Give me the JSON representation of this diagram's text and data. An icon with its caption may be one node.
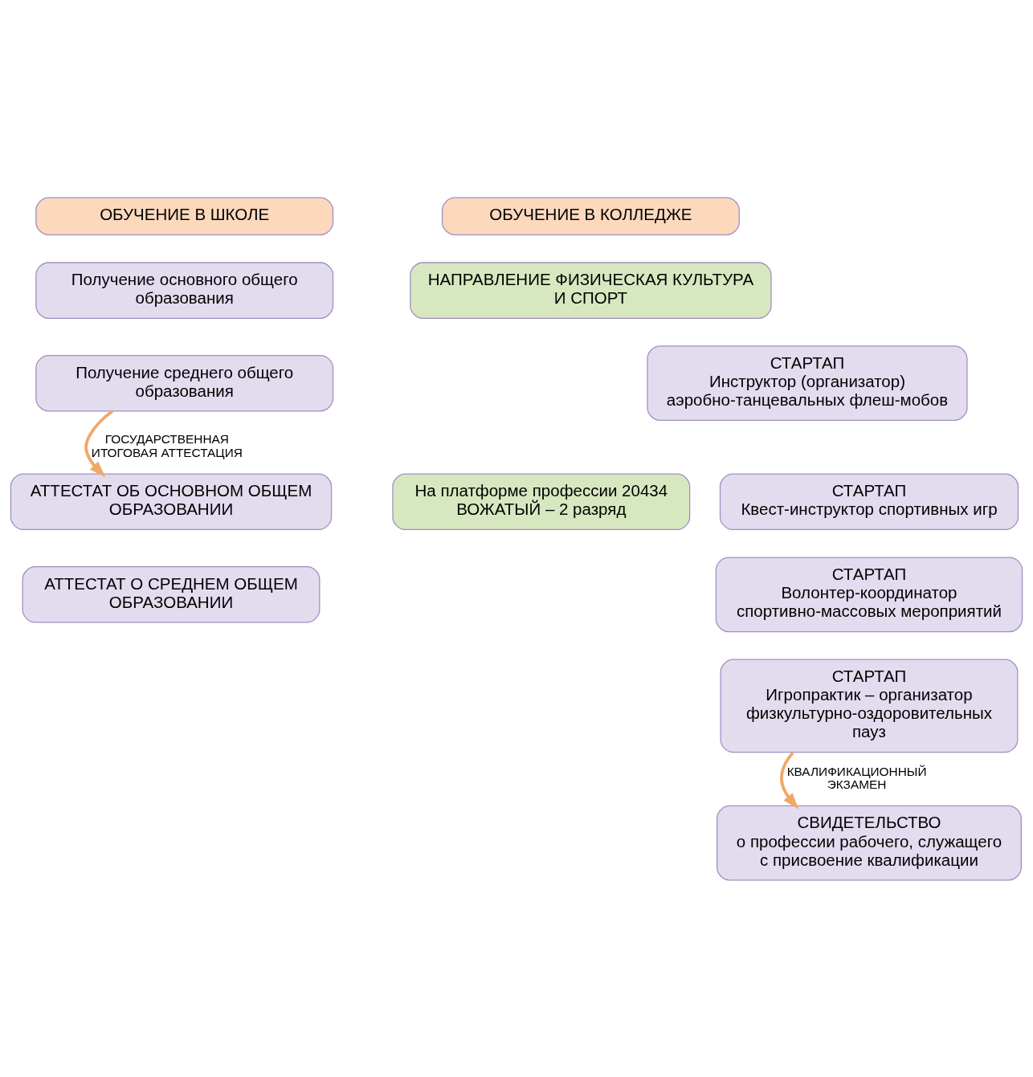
{
  "diagram": {
    "nodes": [
      {
        "text": [
          "ОБУЧЕНИЕ В ШКОЛЕ"
        ]
      },
      {
        "text": [
          "Получение основного общего образования"
        ]
      },
      {
        "text": [
          "Получение среднего общего образования"
        ]
      },
      {
        "text": [
          "ОБУЧЕНИЕ В КОЛЛЕДЖЕ"
        ]
      },
      {
        "text": [
          "НАПРАВЛЕНИЕ ФИЗИЧЕСКАЯ КУЛЬТУРА И СПОРТ"
        ]
      },
      {
        "text": [
          "На платформе профессии 20434 ВОЖАТЫЙ – 2 разряд"
        ]
      },
      {
        "text": [
          "СТАРТАП",
          "Инструктор (организатор) аэробно-танцевальных флеш-мобов"
        ]
      },
      {
        "text": [
          "СТАРТАП",
          "Квест-инструктор спортивных игр"
        ]
      },
      {
        "text": [
          "СТАРТАП",
          "Волонтер-координатор спортивно-массовых мероприятий"
        ]
      },
      {
        "text": [
          "СТАРТАП",
          "Игропрактик – организатор физкультурно-оздоровительных пауз"
        ]
      },
      {
        "text": [
          "АТТЕСТАТ ОБ ОСНОВНОМ ОБЩЕМ ОБРАЗОВАНИИ"
        ]
      },
      {
        "text": [
          "АТТЕСТАТ О СРЕДНЕМ ОБЩЕМ ОБРАЗОВАНИИ"
        ]
      },
      {
        "text": [
          "СВИДЕТЕЛЬСТВО",
          "о профессии рабочего, служащего с присвоение квалификации"
        ]
      }
    ],
    "edges": [
      {
        "from": 2,
        "to": 10,
        "arrow": "to",
        "label": "ГОСУДАРСТВЕННАЯ ИТОГОВАЯ АТТЕСТАЦИЯ"
      },
      {
        "from": 9,
        "to": 12,
        "arrow": "to",
        "label": "КВАЛИФИКАЦИОННЫЙ ЭКЗАМЕН"
      }
    ]
  }
}
